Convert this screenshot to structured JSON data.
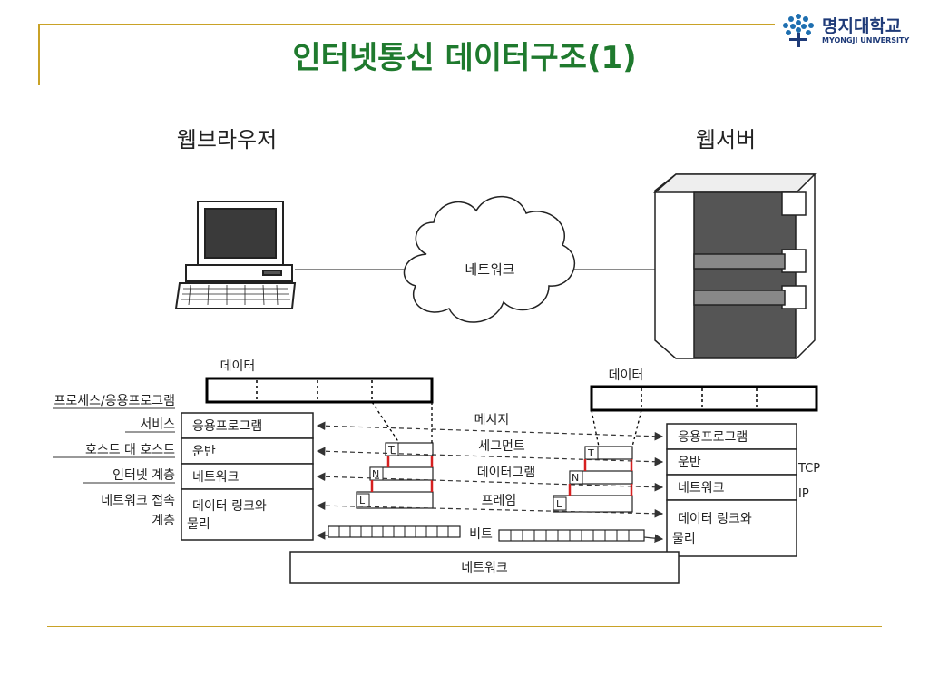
{
  "slide": {
    "title": "인터넷통신 데이터구조(1)",
    "logo_ko": "명지대학교",
    "logo_en": "MYONGJI UNIVERSITY"
  },
  "diagram": {
    "client_label": "웹브라우저",
    "server_label": "웹서버",
    "cloud_label": "네트워크",
    "data_label_left": "데이터",
    "data_label_right": "데이터",
    "left_layer_names": {
      "process": "프로세스/응용프로그램",
      "service": "서비스",
      "host": "호스트 대 호스트",
      "internet": "인터넷 계층",
      "access1": "네트워크 접속",
      "access2": "계층"
    },
    "stack_left": [
      "응용프로그램",
      "운반",
      "네트워크",
      "데이터 링크와",
      "물리"
    ],
    "stack_right": [
      "응용프로그램",
      "운반",
      "네트워크",
      "데이터 링크와",
      "물리"
    ],
    "protocol_labels": [
      "TCP",
      "IP"
    ],
    "unit_labels": [
      "메시지",
      "세그먼트",
      "데이터그램",
      "프레임",
      "비트"
    ],
    "header_letters": [
      "T",
      "N",
      "L"
    ],
    "network_bar_label": "네트워크"
  }
}
